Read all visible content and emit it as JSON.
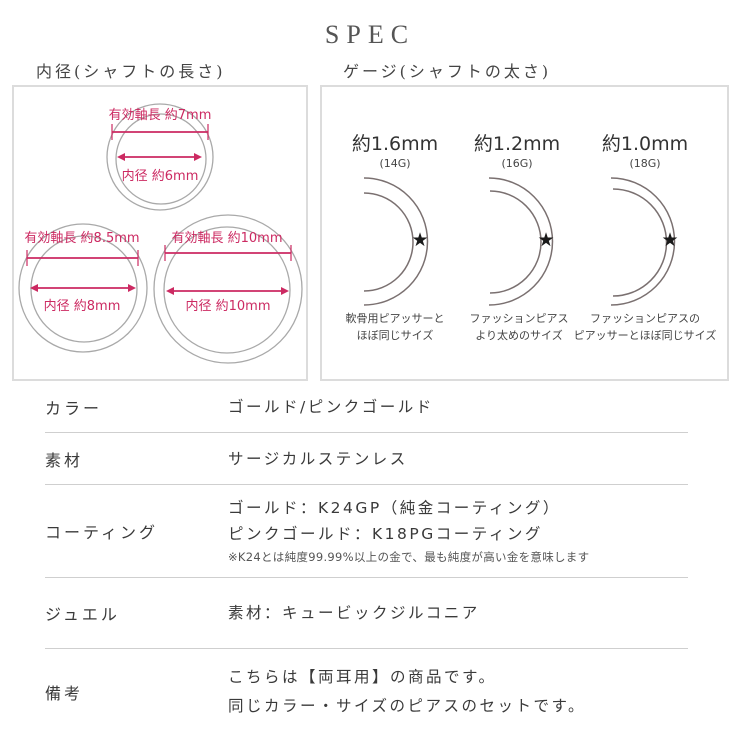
{
  "page": {
    "title": "SPEC"
  },
  "inner_diameter_section": {
    "label": "内径(シャフトの長さ)",
    "rings": [
      {
        "effective_axis_label": "有効軸長 約7mm",
        "inner_label": "内径 約6mm"
      },
      {
        "effective_axis_label": "有効軸長 約8.5mm",
        "inner_label": "内径 約8mm"
      },
      {
        "effective_axis_label": "有効軸長 約10mm",
        "inner_label": "内径 約10mm"
      }
    ],
    "accent_color": "#cc2a62",
    "ring_color": "#a9a9a9"
  },
  "gauge_section": {
    "label": "ゲージ(シャフトの太さ)",
    "gauges": [
      {
        "size": "約1.6mm",
        "code": "(14G)",
        "caption_line1": "軟骨用ピアッサーと",
        "caption_line2": "ほぼ同じサイズ"
      },
      {
        "size": "約1.2mm",
        "code": "(16G)",
        "caption_line1": "ファッションピアス",
        "caption_line2": "より太めのサイズ"
      },
      {
        "size": "約1.0mm",
        "code": "(18G)",
        "caption_line1": "ファッションピアスの",
        "caption_line2": "ピアッサーとほぼ同じサイズ"
      }
    ],
    "marker_icon": "star-icon",
    "arc_color": "#7a7070"
  },
  "spec_table": {
    "rows": [
      {
        "label": "カラー",
        "values": [
          "ゴールド/ピンクゴールド"
        ]
      },
      {
        "label": "素材",
        "values": [
          "サージカルステンレス"
        ]
      },
      {
        "label": "コーティング",
        "values": [
          "ゴールド：K24GP（純金コーティング）",
          "ピンクゴールド：K18PGコーティング"
        ],
        "note": "※K24とは純度99.99%以上の金で、最も純度が高い金を意味します"
      },
      {
        "label": "ジュエル",
        "values": [
          "素材：キュービックジルコニア"
        ]
      },
      {
        "label": "備考",
        "values": [
          "こちらは【両耳用】の商品です。",
          "同じカラー・サイズのピアスのセットです。"
        ]
      }
    ]
  }
}
